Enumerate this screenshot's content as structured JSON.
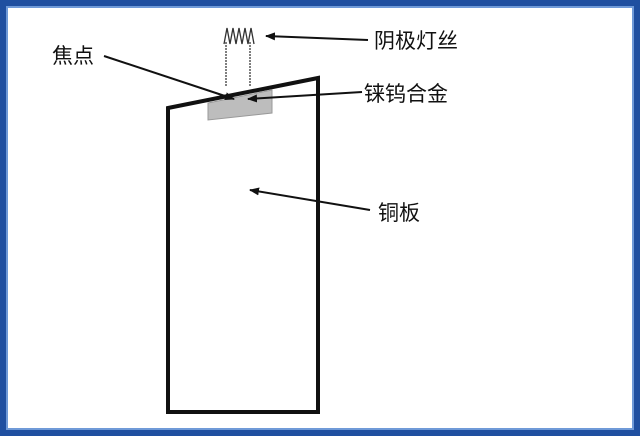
{
  "labels": {
    "cathode_filament": "阴极灯丝",
    "focal_spot": "焦点",
    "alloy": "铼钨合金",
    "copper_plate": "铜板"
  },
  "colors": {
    "frame": "#1f4fa0",
    "frame_inner": "#6f9ad8",
    "line": "#111111",
    "alloy_fill": "#bdbdbd"
  }
}
